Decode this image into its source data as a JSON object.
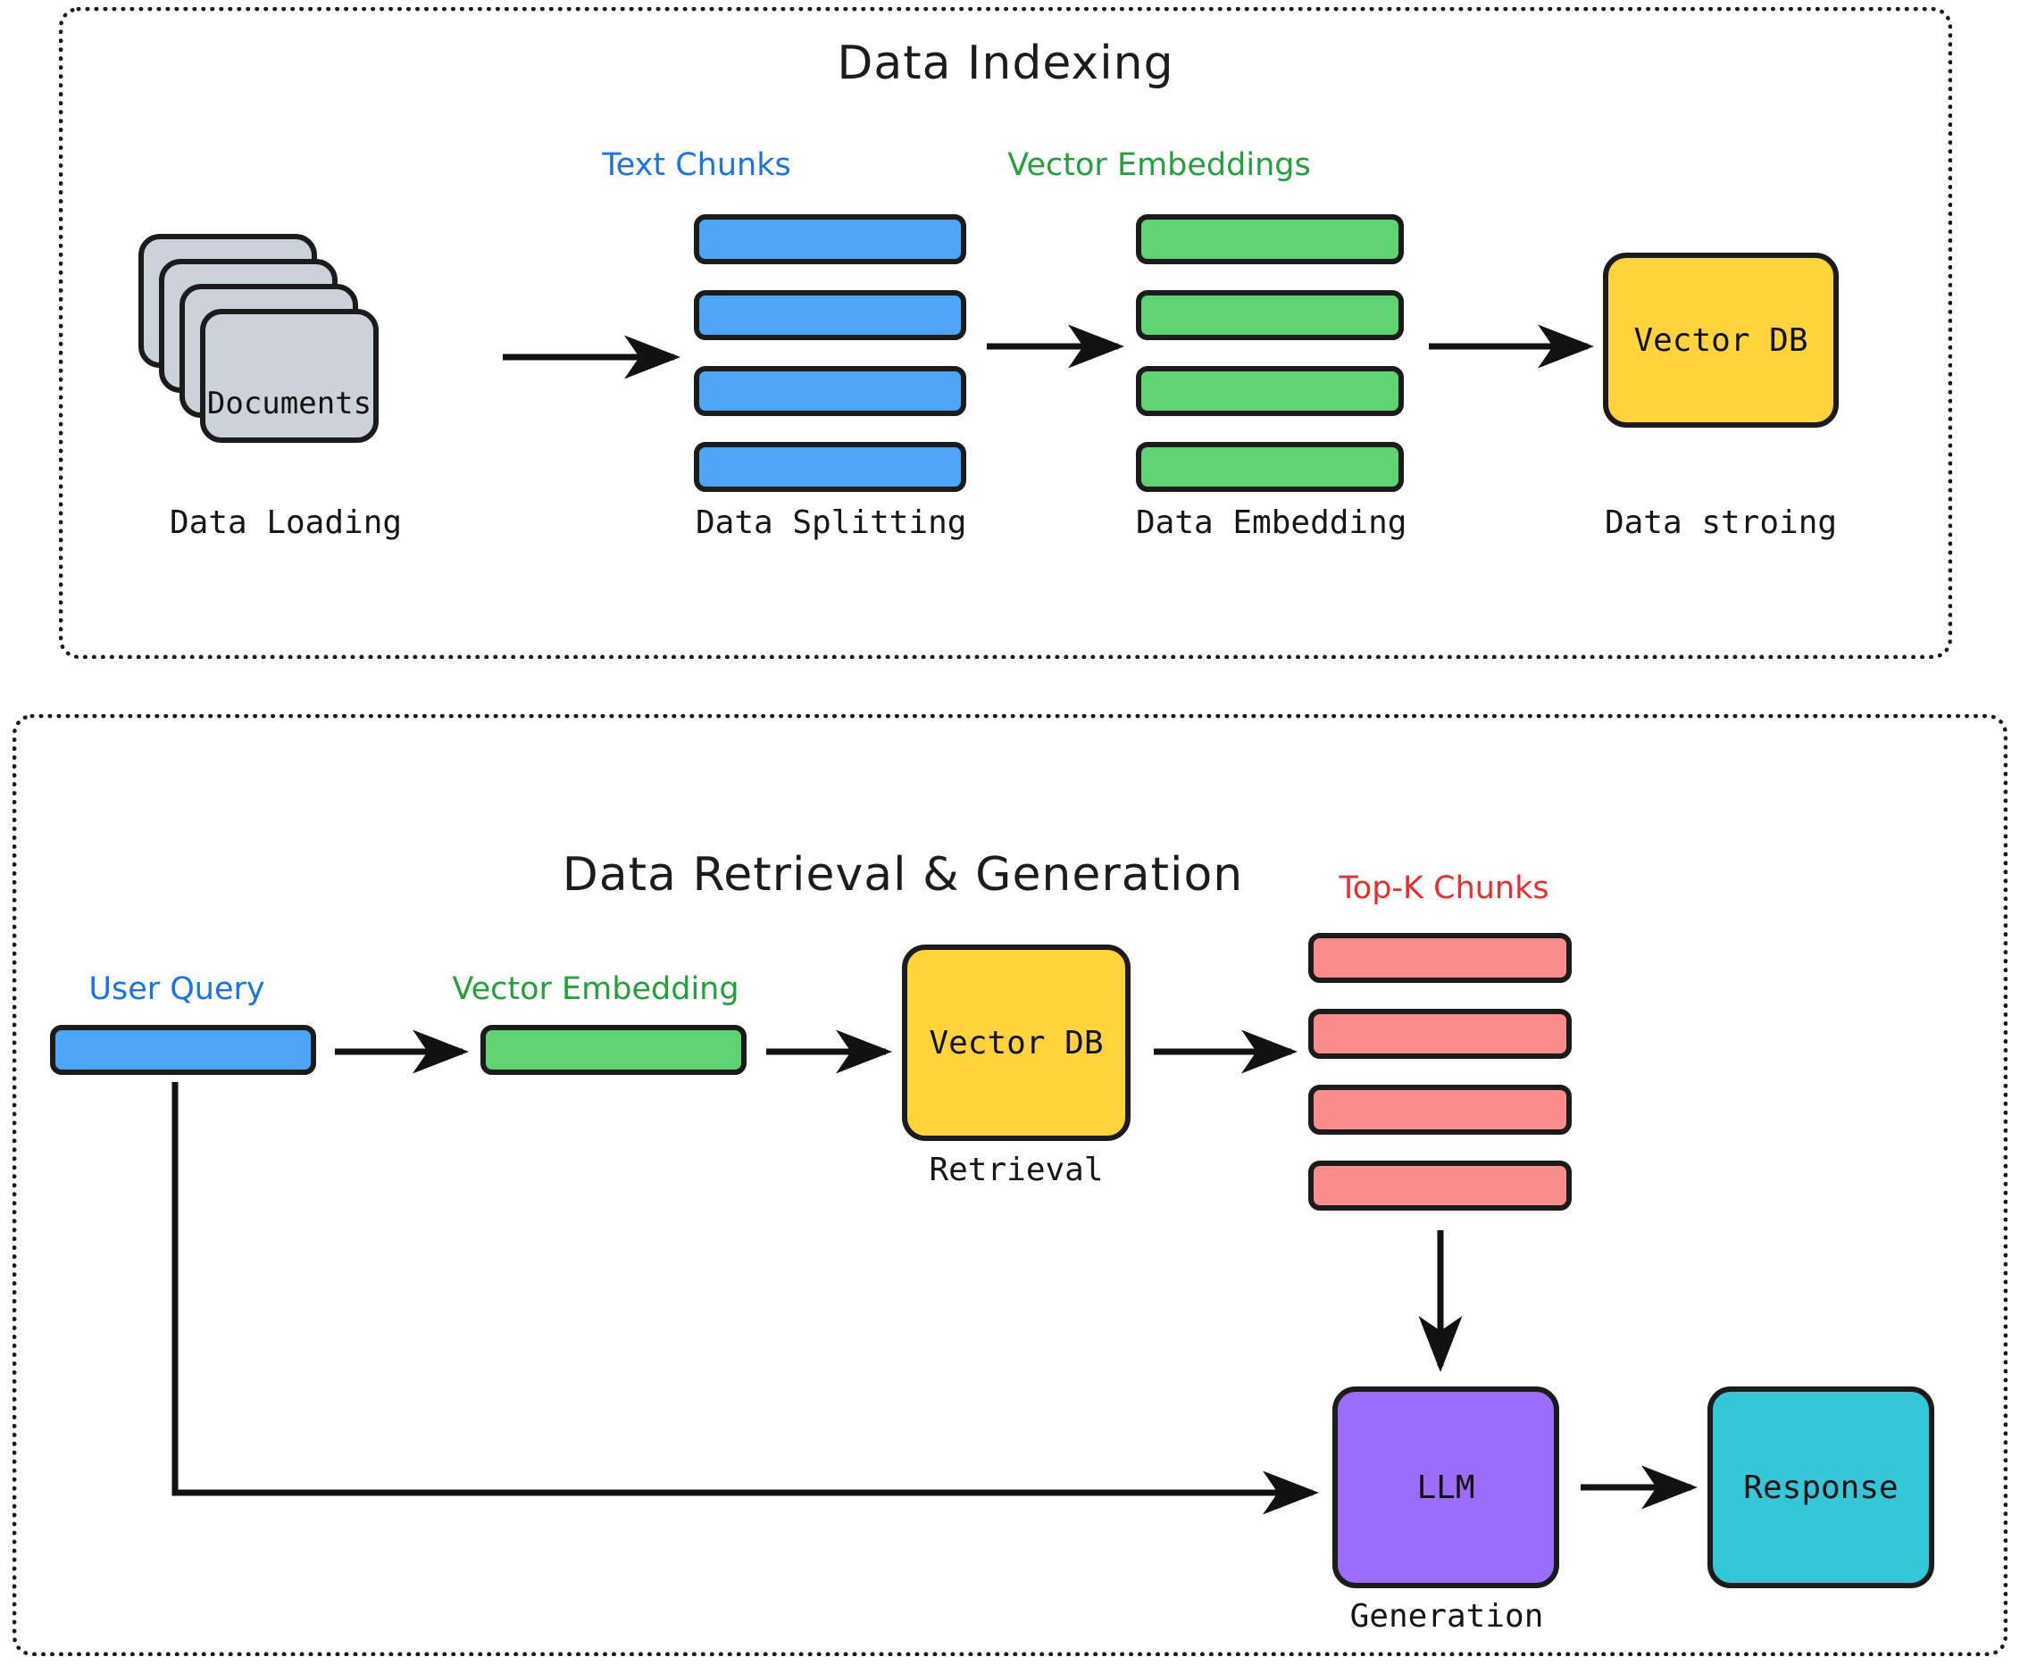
{
  "colors": {
    "stroke": "#1b1b1b",
    "doc_gray": "#ccd2da",
    "chunk_blue": "#4da6f5",
    "embed_green": "#5fd272",
    "vector_yellow": "#ffd43b",
    "topk_red": "#fa8c8c",
    "llm_purple": "#9b6dfa",
    "response_cyan": "#35c6d8",
    "label_blue": "#1a73e8",
    "label_green": "#23a03c",
    "label_red": "#ef2b2b",
    "text_dark": "#161616",
    "background": "#ffffff"
  },
  "sections": [
    {
      "id": "indexing",
      "title": "Data Indexing",
      "stages": [
        {
          "name": "data-loading",
          "caption": "Data Loading",
          "node_label": "Documents",
          "group_label": null,
          "shape": "document-stack",
          "stack_count": 4,
          "color": "#ccd2da"
        },
        {
          "name": "data-splitting",
          "caption": "Data Splitting",
          "node_label": null,
          "group_label": "Text Chunks",
          "group_label_color": "#1a73e8",
          "shape": "bar-stack",
          "bar_count": 4,
          "color": "#4da6f5"
        },
        {
          "name": "data-embedding",
          "caption": "Data Embedding",
          "node_label": null,
          "group_label": "Vector Embeddings",
          "group_label_color": "#23a03c",
          "shape": "bar-stack",
          "bar_count": 4,
          "color": "#5fd272"
        },
        {
          "name": "data-storing",
          "caption": "Data stroing",
          "node_label": "Vector DB",
          "group_label": null,
          "shape": "rounded-box",
          "color": "#ffd43b"
        }
      ]
    },
    {
      "id": "retrieval",
      "title": "Data Retrieval & Generation",
      "stages": [
        {
          "name": "user-query",
          "caption": null,
          "node_label": null,
          "group_label": "User Query",
          "group_label_color": "#1a73e8",
          "shape": "bar",
          "color": "#4da6f5"
        },
        {
          "name": "vector-embedding",
          "caption": null,
          "node_label": null,
          "group_label": "Vector Embedding",
          "group_label_color": "#23a03c",
          "shape": "bar",
          "color": "#5fd272"
        },
        {
          "name": "retrieval-db",
          "caption": "Retrieval",
          "node_label": "Vector DB",
          "group_label": null,
          "shape": "rounded-box",
          "color": "#ffd43b"
        },
        {
          "name": "top-k-chunks",
          "caption": null,
          "node_label": null,
          "group_label": "Top-K Chunks",
          "group_label_color": "#ef2b2b",
          "shape": "bar-stack",
          "bar_count": 4,
          "color": "#fa8c8c"
        },
        {
          "name": "llm",
          "caption": "Generation",
          "node_label": "LLM",
          "group_label": null,
          "shape": "rounded-box",
          "color": "#9b6dfa"
        },
        {
          "name": "response",
          "caption": null,
          "node_label": "Response",
          "group_label": null,
          "shape": "rounded-box",
          "color": "#35c6d8"
        }
      ]
    }
  ],
  "flow": {
    "indexing_edges": [
      {
        "from": "Documents",
        "to": "Text Chunks"
      },
      {
        "from": "Text Chunks",
        "to": "Vector Embeddings"
      },
      {
        "from": "Vector Embeddings",
        "to": "Vector DB"
      }
    ],
    "retrieval_edges": [
      {
        "from": "User Query",
        "to": "Vector Embedding"
      },
      {
        "from": "Vector Embedding",
        "to": "Vector DB"
      },
      {
        "from": "Vector DB",
        "to": "Top-K Chunks"
      },
      {
        "from": "Top-K Chunks",
        "to": "LLM"
      },
      {
        "from": "User Query",
        "to": "LLM"
      },
      {
        "from": "LLM",
        "to": "Response"
      }
    ]
  }
}
